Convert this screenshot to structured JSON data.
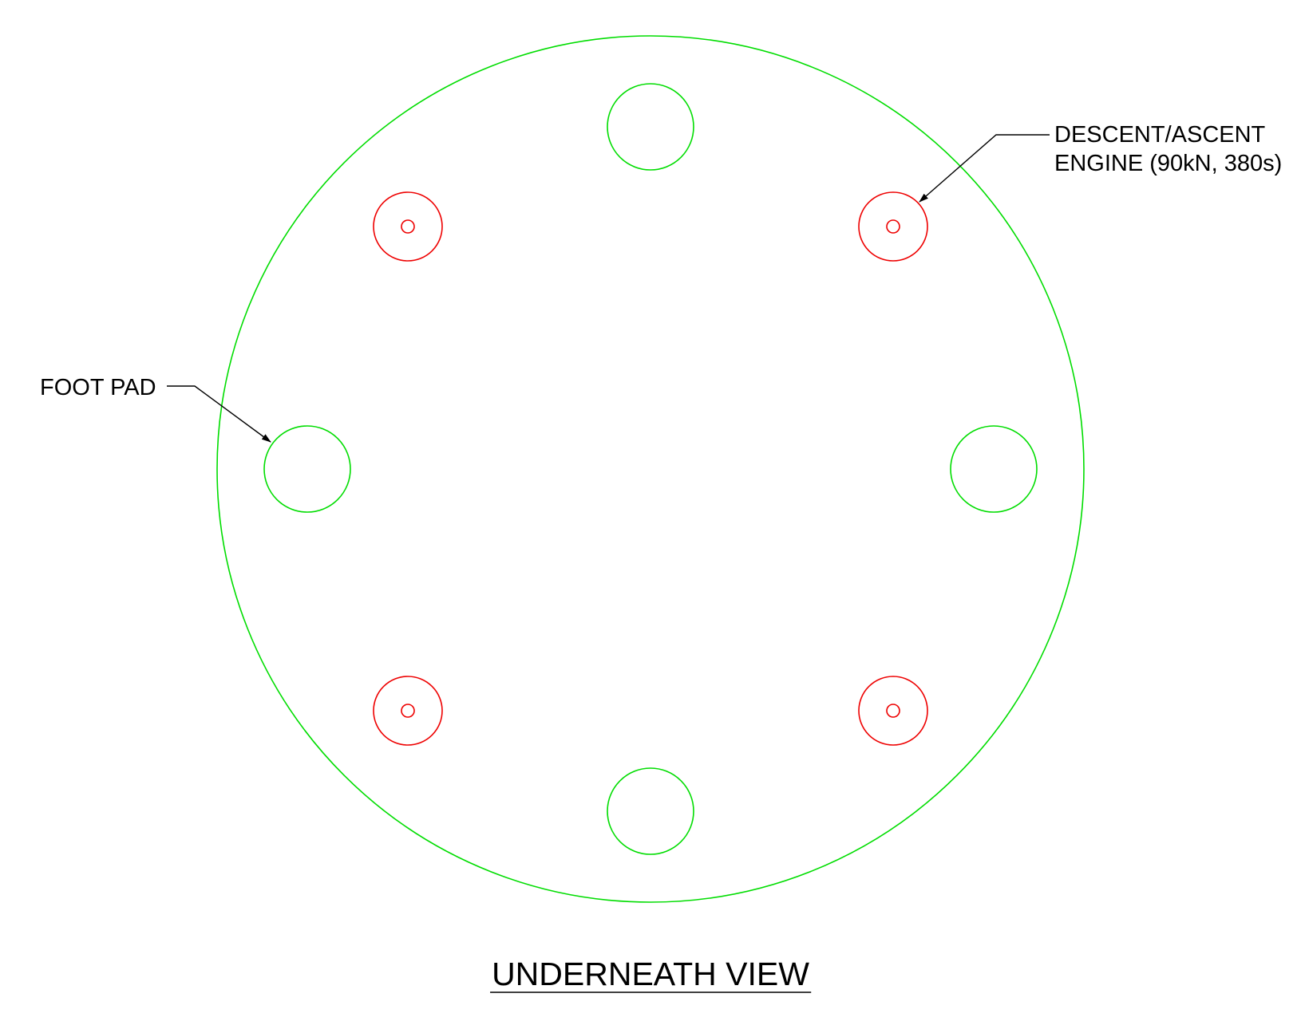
{
  "colors": {
    "outline": "#00dd00",
    "engine": "#ee0000",
    "leader": "#000000"
  },
  "labels": {
    "engine_line1": "DESCENT/ASCENT",
    "engine_line2": "ENGINE (90kN, 380s)",
    "foot_pad": "FOOT PAD"
  },
  "view_title": "UNDERNEATH VIEW",
  "parts": {
    "foot_pads": 4,
    "engines": 4
  }
}
